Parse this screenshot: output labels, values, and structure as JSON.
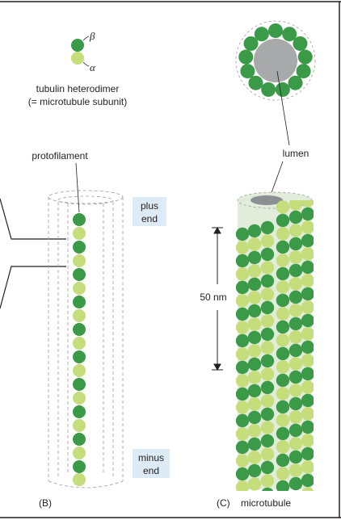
{
  "colors": {
    "beta_subunit": "#3a9a48",
    "alpha_subunit": "#c6dd7c",
    "end_label_box": "#dcebf5",
    "lumen_fill": "#a8a9ab",
    "frame_line": "#231f20"
  },
  "legend": {
    "beta_symbol": "β",
    "alpha_symbol": "α",
    "caption_line1": "tubulin heterodimer",
    "caption_line2": "(= microtubule subunit)"
  },
  "panel_b": {
    "protofilament_label": "protofilament",
    "plus_end_line1": "plus",
    "plus_end_line2": "end",
    "minus_end_line1": "minus",
    "minus_end_line2": "end",
    "panel_letter": "(B)"
  },
  "panel_c": {
    "lumen_label": "lumen",
    "length_label": "50 nm",
    "panel_letter": "(C)",
    "caption": "microtubule"
  }
}
